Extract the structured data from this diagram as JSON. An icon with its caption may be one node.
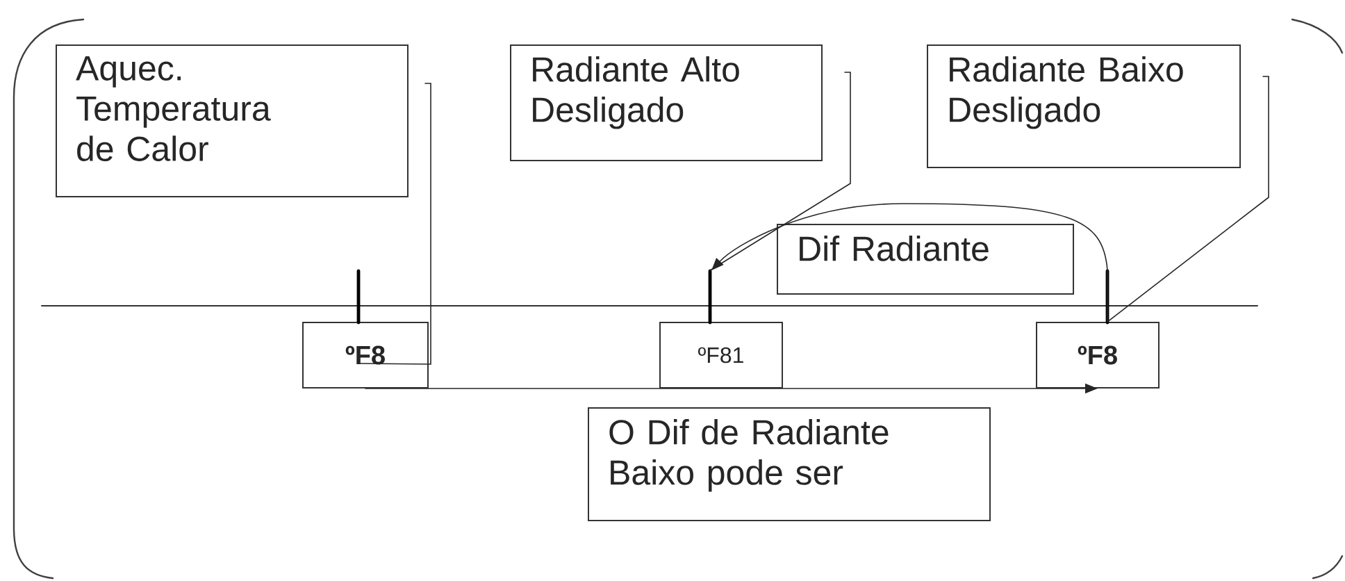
{
  "diagram": {
    "nodes": [
      {
        "text": [
          "Aquec. Temperatura de Calor"
        ]
      },
      {
        "text": [
          "Radiante Alto Desligado"
        ]
      },
      {
        "text": [
          "Radiante Baixo Desligado"
        ]
      },
      {
        "text": [
          "ºF8"
        ]
      },
      {
        "text": [
          "ºF81"
        ]
      },
      {
        "text": [
          "ºF8"
        ]
      },
      {
        "text": [
          "Dif Radiante"
        ]
      },
      {
        "text": [
          "O Dif de Radiante Baixo pode ser"
        ]
      }
    ],
    "edges": [
      {
        "from": 0,
        "to": 3,
        "arrow": "none"
      },
      {
        "from": 1,
        "to": 4,
        "arrow": "none"
      },
      {
        "from": 2,
        "to": 5,
        "arrow": "none"
      },
      {
        "from": 5,
        "to": 4,
        "arrow": "to"
      },
      {
        "from": 3,
        "to": 5,
        "arrow": "to"
      }
    ]
  }
}
